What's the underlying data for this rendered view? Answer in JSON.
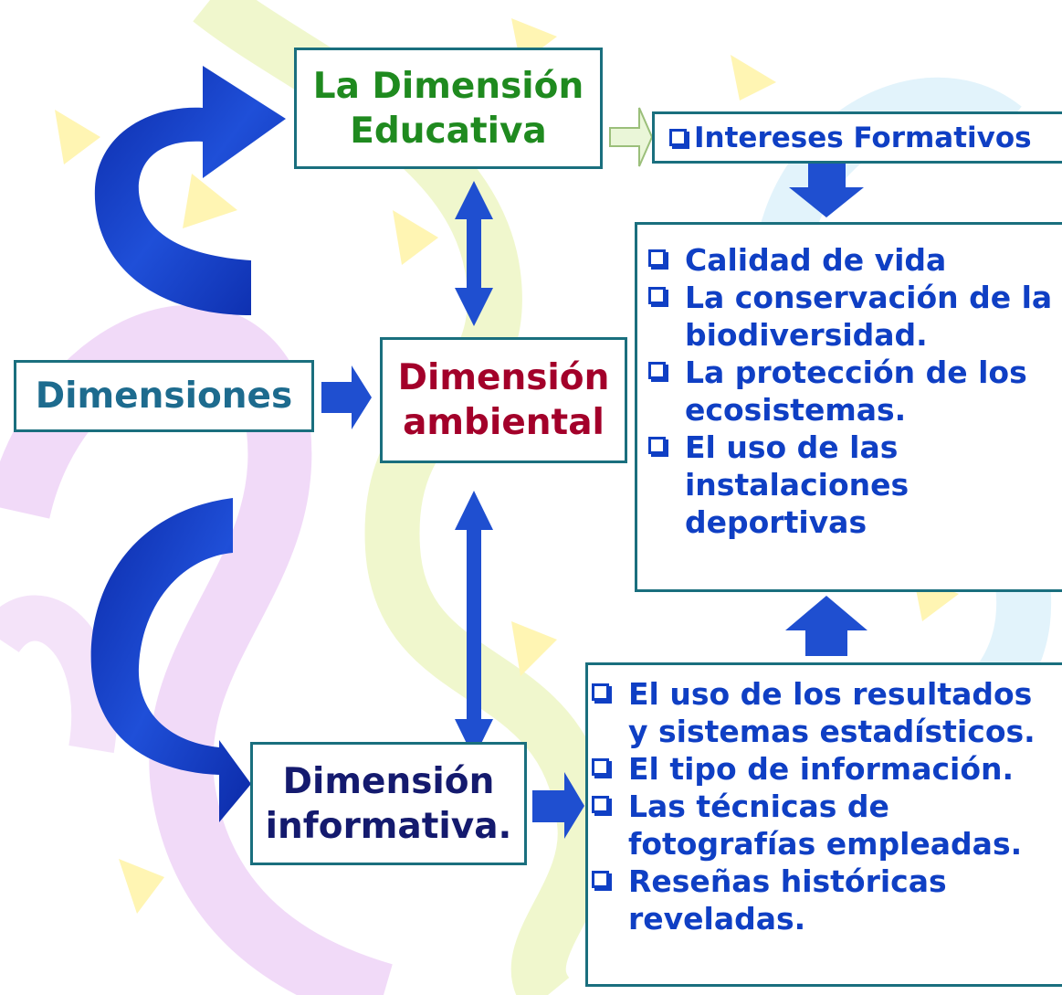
{
  "boxes": {
    "educativa": {
      "line1": "La Dimensión",
      "line2": "Educativa"
    },
    "ambiental": {
      "line1": "Dimensión",
      "line2": "ambiental"
    },
    "informativa": {
      "line1": "Dimensión",
      "line2": "informativa."
    },
    "dimensiones": {
      "label": "Dimensiones"
    },
    "intereses": {
      "label": "Intereses Formativos"
    }
  },
  "lists": {
    "ambiental_items": [
      "Calidad de vida",
      "La conservación de la biodiversidad.",
      "La protección de los ecosistemas.",
      "El uso de las instalaciones deportivas"
    ],
    "informativa_items": [
      "El uso de los resultados y sistemas estadísticos.",
      "El tipo de información.",
      "Las técnicas de fotografías empleadas.",
      "Reseñas históricas reveladas."
    ]
  },
  "colors": {
    "box_border": "#1a6f7e",
    "arrow_blue": "#1f4fd0",
    "curved_arrow": "#1436b8",
    "educativa_text": "#1f8a1f",
    "ambiental_text": "#a3002a",
    "informativa_text": "#141a6e",
    "dimensiones_text": "#1d6b8e",
    "list_text": "#0f3fc4"
  }
}
